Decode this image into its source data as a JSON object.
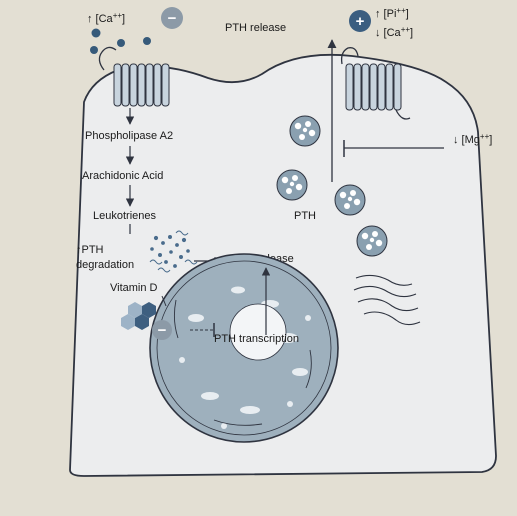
{
  "extracellular": {
    "ca_high": "↑ [Ca",
    "ca_high_sup": "++",
    "ca_high_close": "]",
    "inhibit_sign": "−",
    "pth_release_top": "PTH release",
    "stimulate_sign": "+",
    "pi_high": "↑ [Pi",
    "pi_high_sup": "++",
    "pi_high_close": "]",
    "ca_low": "↓ [Ca",
    "ca_low_sup": "++",
    "ca_low_close": "]",
    "mg_low": "↓ [Mg",
    "mg_low_sup": "++",
    "mg_low_close": "]"
  },
  "pathway": {
    "step1": "Phospholipase A2",
    "step2": "Arachidonic Acid",
    "step3": "Leukotrienes",
    "degradation_line1": "↑PTH",
    "degradation_line2": "degradation",
    "pth_release_mid": "↓ PTH release"
  },
  "granules": {
    "label": "PTH"
  },
  "nucleus": {
    "vitamin_d": "Vitamin D",
    "inhibit_sign": "−",
    "transcription": "PTH transcription"
  },
  "colors": {
    "background": "#e3dfd3",
    "cell_fill": "#ecedee",
    "nucleus_fill": "#9eb0bd",
    "granule_fill": "#8aa0b0",
    "receptor_fill": "#c8d4de",
    "ion_blue": "#365a7a",
    "inhibit_grey": "#8c9aa7",
    "stimulate_blue": "#3b5e80",
    "hex_light": "#9db3c7",
    "hex_dark": "#3e5f80",
    "outline": "#2f3440"
  }
}
